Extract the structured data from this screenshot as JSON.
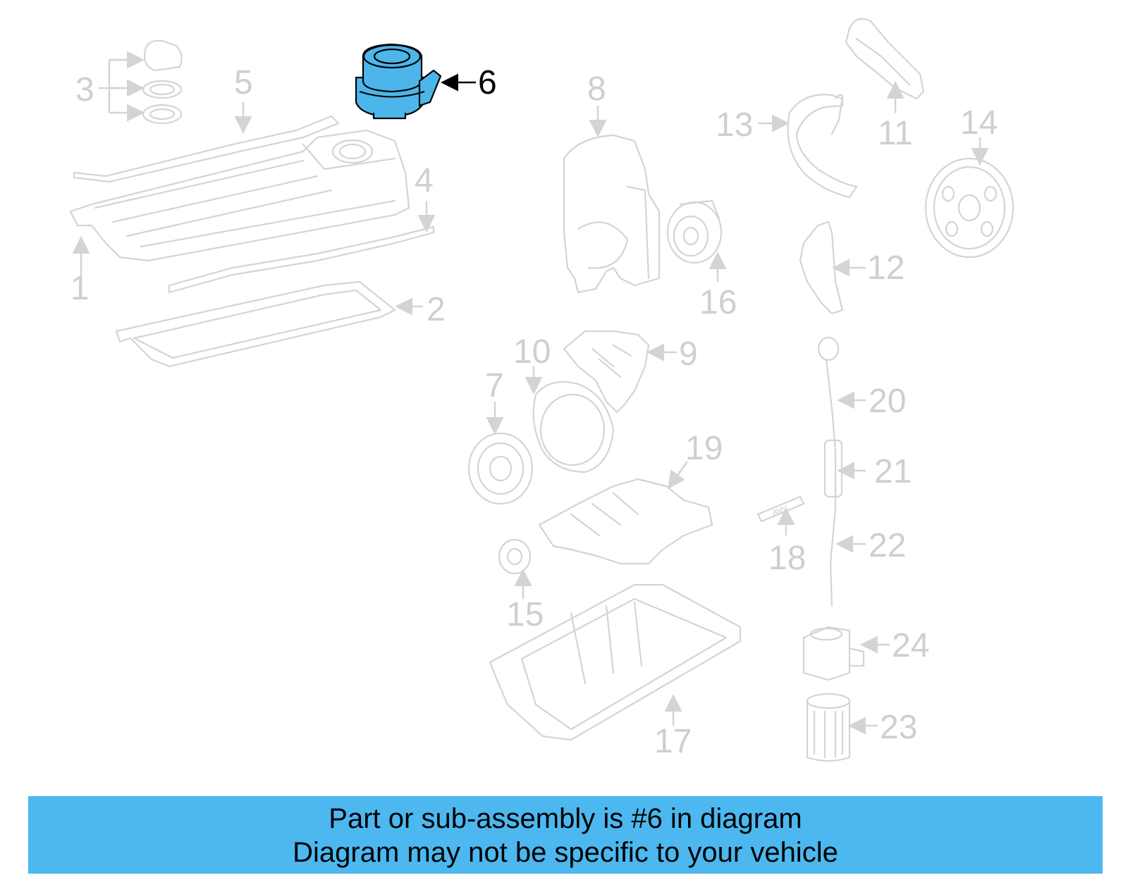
{
  "diagram": {
    "highlighted_part": "6",
    "highlight_color": "#4cb6ea",
    "ghost_color": "#d4d4d4",
    "callouts": [
      "1",
      "2",
      "3",
      "4",
      "5",
      "6",
      "7",
      "8",
      "9",
      "10",
      "11",
      "12",
      "13",
      "14",
      "15",
      "16",
      "17",
      "18",
      "19",
      "20",
      "21",
      "22",
      "23",
      "24"
    ],
    "tube_label": "AMV"
  },
  "banner": {
    "line1": "Part or sub-assembly is #6 in diagram",
    "line2": "Diagram may not be specific to your vehicle",
    "color": "#4cb8ef"
  }
}
